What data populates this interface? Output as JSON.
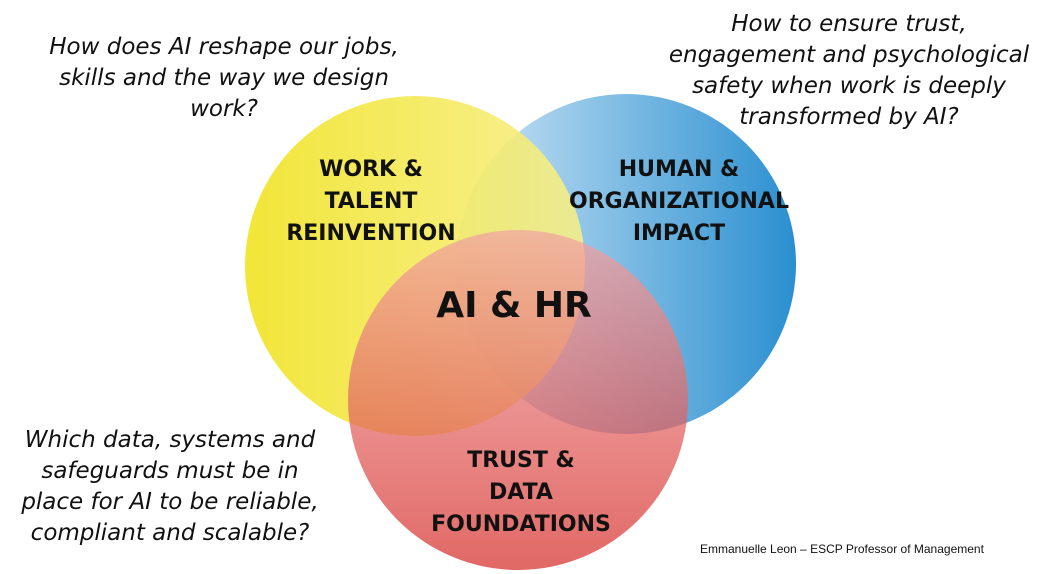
{
  "questions": {
    "top_left": "How does AI reshape our jobs,\nskills and the way we design\nwork?",
    "top_right": "How to ensure trust,\nengagement and psychological\nsafety when work is deeply\ntransformed by AI?",
    "bottom_left": "Which data, systems and\nsafeguards must be in\nplace for AI to be reliable,\ncompliant and scalable?"
  },
  "circles": {
    "work": {
      "label": "WORK &\nTALENT\nREINVENTION",
      "color": "#f2e62a"
    },
    "human": {
      "label": "HUMAN &\nORGANIZATIONAL\nIMPACT",
      "color": "#3f9fd8"
    },
    "trust": {
      "label": "TRUST &\nDATA\nFOUNDATIONS",
      "color": "#e0463f"
    }
  },
  "center": {
    "title": "AI & HR"
  },
  "credit": "Emmanuelle Leon – ESCP Professor of Management"
}
